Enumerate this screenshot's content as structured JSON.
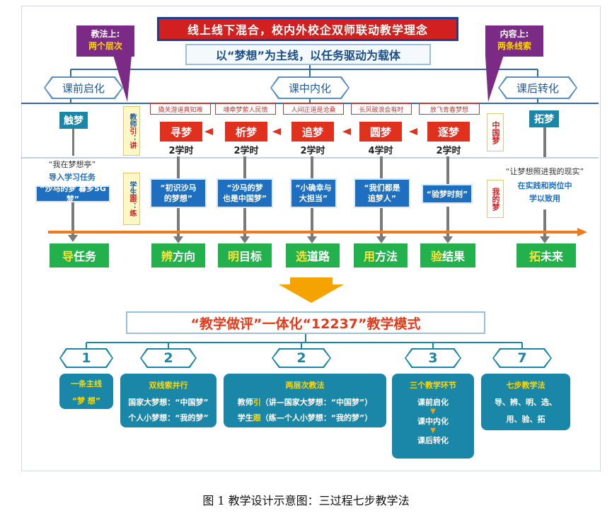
{
  "header": {
    "title": "线上线下混合，校内外校企双师联动教学理念",
    "subtitle": "以“梦想”为主线，以任务驱动为载体"
  },
  "callouts": {
    "left": {
      "line1": "教法上:",
      "line2": "两个层次"
    },
    "right": {
      "line1": "内容上:",
      "line2": "两条线索"
    }
  },
  "phases": {
    "pre": "课前启化",
    "mid": "课中内化",
    "post": "课后转化"
  },
  "pre_col": {
    "badge": "触梦",
    "quote": "“我在梦想亭”",
    "task": "导入学习任务",
    "box": "“沙马的梦 暮乡5G梦”",
    "result_hl": "导",
    "result_rest": "任务"
  },
  "post_col": {
    "badge": "拓梦",
    "quote": "“让梦想照进我的现实”",
    "line1": "在实践和岗位中",
    "line2": "学以致用",
    "result_hl": "拓",
    "result_rest": "未来"
  },
  "side_labels": {
    "teacher": "教师引：讲",
    "teacher_parts": [
      "教",
      "师",
      "引",
      "：",
      "讲"
    ],
    "student_parts": [
      "学",
      "生",
      "跟",
      "：",
      "练"
    ],
    "china": "中国梦",
    "mine": "我的梦"
  },
  "steps": [
    {
      "theme": "撬关游道真知难",
      "name": "寻梦",
      "hours": "2学时",
      "box_l1": "“初识沙马",
      "box_l2": "的梦想”",
      "result_hl": "辨",
      "result_rest": "方向"
    },
    {
      "theme": "魂牵梦萦人民情",
      "name": "析梦",
      "hours": "2学时",
      "box_l1": "“沙马的梦",
      "box_l2": "也是中国梦”",
      "result_hl": "明",
      "result_rest": "目标"
    },
    {
      "theme": "人间正道是沧桑",
      "name": "追梦",
      "hours": "2学时",
      "box_l1": "“小确幸与",
      "box_l2": "大担当”",
      "result_hl": "选",
      "result_rest": "道路"
    },
    {
      "theme": "长风破浪会有时",
      "name": "圆梦",
      "hours": "4学时",
      "box_l1": "“我们都是",
      "box_l2": "追梦人”",
      "result_hl": "用",
      "result_rest": "方法"
    },
    {
      "theme": "放飞青春梦想",
      "name": "逐梦",
      "hours": "2学时",
      "box_l1": "“验梦时刻”",
      "box_l2": "",
      "result_hl": "验",
      "result_rest": "结果"
    }
  ],
  "model": {
    "title": "“教学做评”一体化“12237”教学模式",
    "numbers": [
      "1",
      "2",
      "2",
      "3",
      "7"
    ],
    "box1": {
      "line1": "一条主线",
      "line2": "“梦 想”"
    },
    "box2": {
      "head": "双线索并行",
      "line1": "国家大梦想：“中国梦”",
      "line2": "个人小梦想：“我的梦”"
    },
    "box3": {
      "head": "两层次教法",
      "l1a": "教师",
      "l1b": "引",
      "l1c": "（讲",
      "l1d": "—国家大梦想：“中国梦”）",
      "l2a": "学生",
      "l2b": "跟",
      "l2c": "（练",
      "l2d": "—个人小梦想：“我的梦”）"
    },
    "box4": {
      "head": "三个教学环节",
      "s1": "课前启化",
      "s2": "课中内化",
      "s3": "课后转化"
    },
    "box5": {
      "head": "七步教学法",
      "line1": "导、辨、明、选、",
      "line2": "用、验、拓"
    }
  },
  "caption": "图 1    教学设计示意图：三过程七步教学法",
  "colors": {
    "red": "#d21f1f",
    "teal": "#1b87a8",
    "green": "#23b14d",
    "orange": "#f07a1a",
    "purple": "#7b2a86",
    "blue": "#1f6fc0"
  }
}
